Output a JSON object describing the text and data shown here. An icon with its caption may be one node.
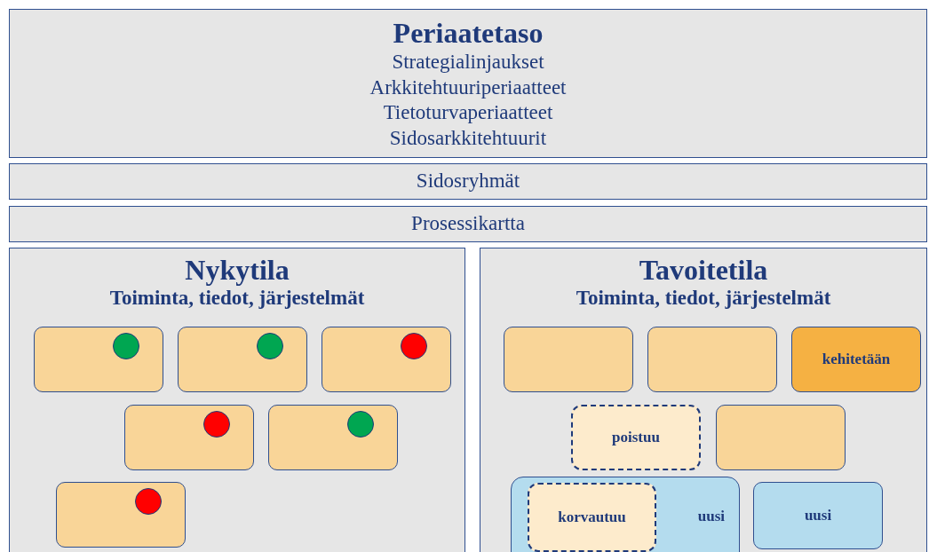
{
  "diagram": {
    "nodes": [
      {
        "text": [
          "Periaatetaso",
          "Strategialinjaukset",
          "Arkkitehtuuriperiaatteet",
          "Tietoturvaperiaatteet",
          "Sidosarkkitehtuurit"
        ]
      },
      {
        "text": [
          "Sidosryhmät"
        ]
      },
      {
        "text": [
          "Prosessikartta"
        ]
      },
      {
        "text": [
          "Nykytila",
          "Toiminta, tiedot, järjestelmät"
        ]
      },
      {
        "text": [],
        "shape": "box",
        "in": 3
      },
      {
        "text": [],
        "shape": "box",
        "in": 3
      },
      {
        "text": [],
        "shape": "box",
        "in": 3
      },
      {
        "text": [],
        "shape": "box",
        "in": 3
      },
      {
        "text": [],
        "shape": "box",
        "in": 3
      },
      {
        "text": [],
        "shape": "box",
        "in": 3
      },
      {
        "text": [
          "Tavoitetila",
          "Toiminta, tiedot, järjestelmät"
        ]
      },
      {
        "text": [],
        "shape": "box",
        "in": 10
      },
      {
        "text": [],
        "shape": "box",
        "in": 10
      },
      {
        "text": [
          "kehitetään"
        ],
        "in": 10
      },
      {
        "text": [
          "poistuu"
        ],
        "in": 10
      },
      {
        "text": [],
        "shape": "box",
        "in": 10
      },
      {
        "text": [
          "uusi"
        ],
        "in": 10
      },
      {
        "text": [
          "korvautuu"
        ],
        "in": 16
      },
      {
        "text": [
          "uusi"
        ],
        "in": 10
      }
    ]
  }
}
